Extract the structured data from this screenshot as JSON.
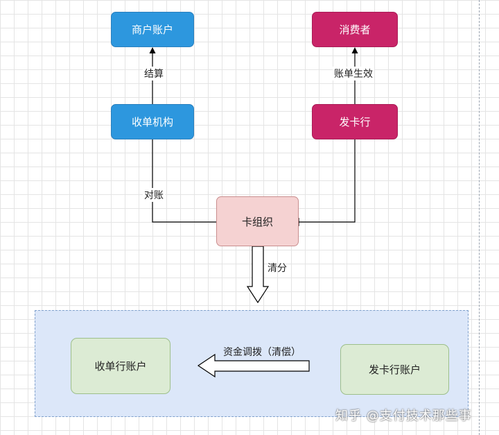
{
  "nodes": {
    "merchant_account": "商户账户",
    "consumer": "消费者",
    "acquirer": "收单机构",
    "issuer": "发卡行",
    "card_org": "卡组织",
    "acquirer_bank_account": "收单行账户",
    "issuer_bank_account": "发卡行账户"
  },
  "edges": {
    "settlement": "结算",
    "bill_effective": "账单生效",
    "reconciliation": "对账",
    "clearing": "清分",
    "fund_transfer": "资金调拨（清偿）"
  },
  "watermark": "知乎 @支付技术那些事",
  "colors": {
    "blue_box": "#2d97de",
    "magenta_box": "#c92468",
    "rose_box": "#f5d2d2",
    "green_box": "#dcebd4",
    "container_fill": "#dce7f9"
  }
}
